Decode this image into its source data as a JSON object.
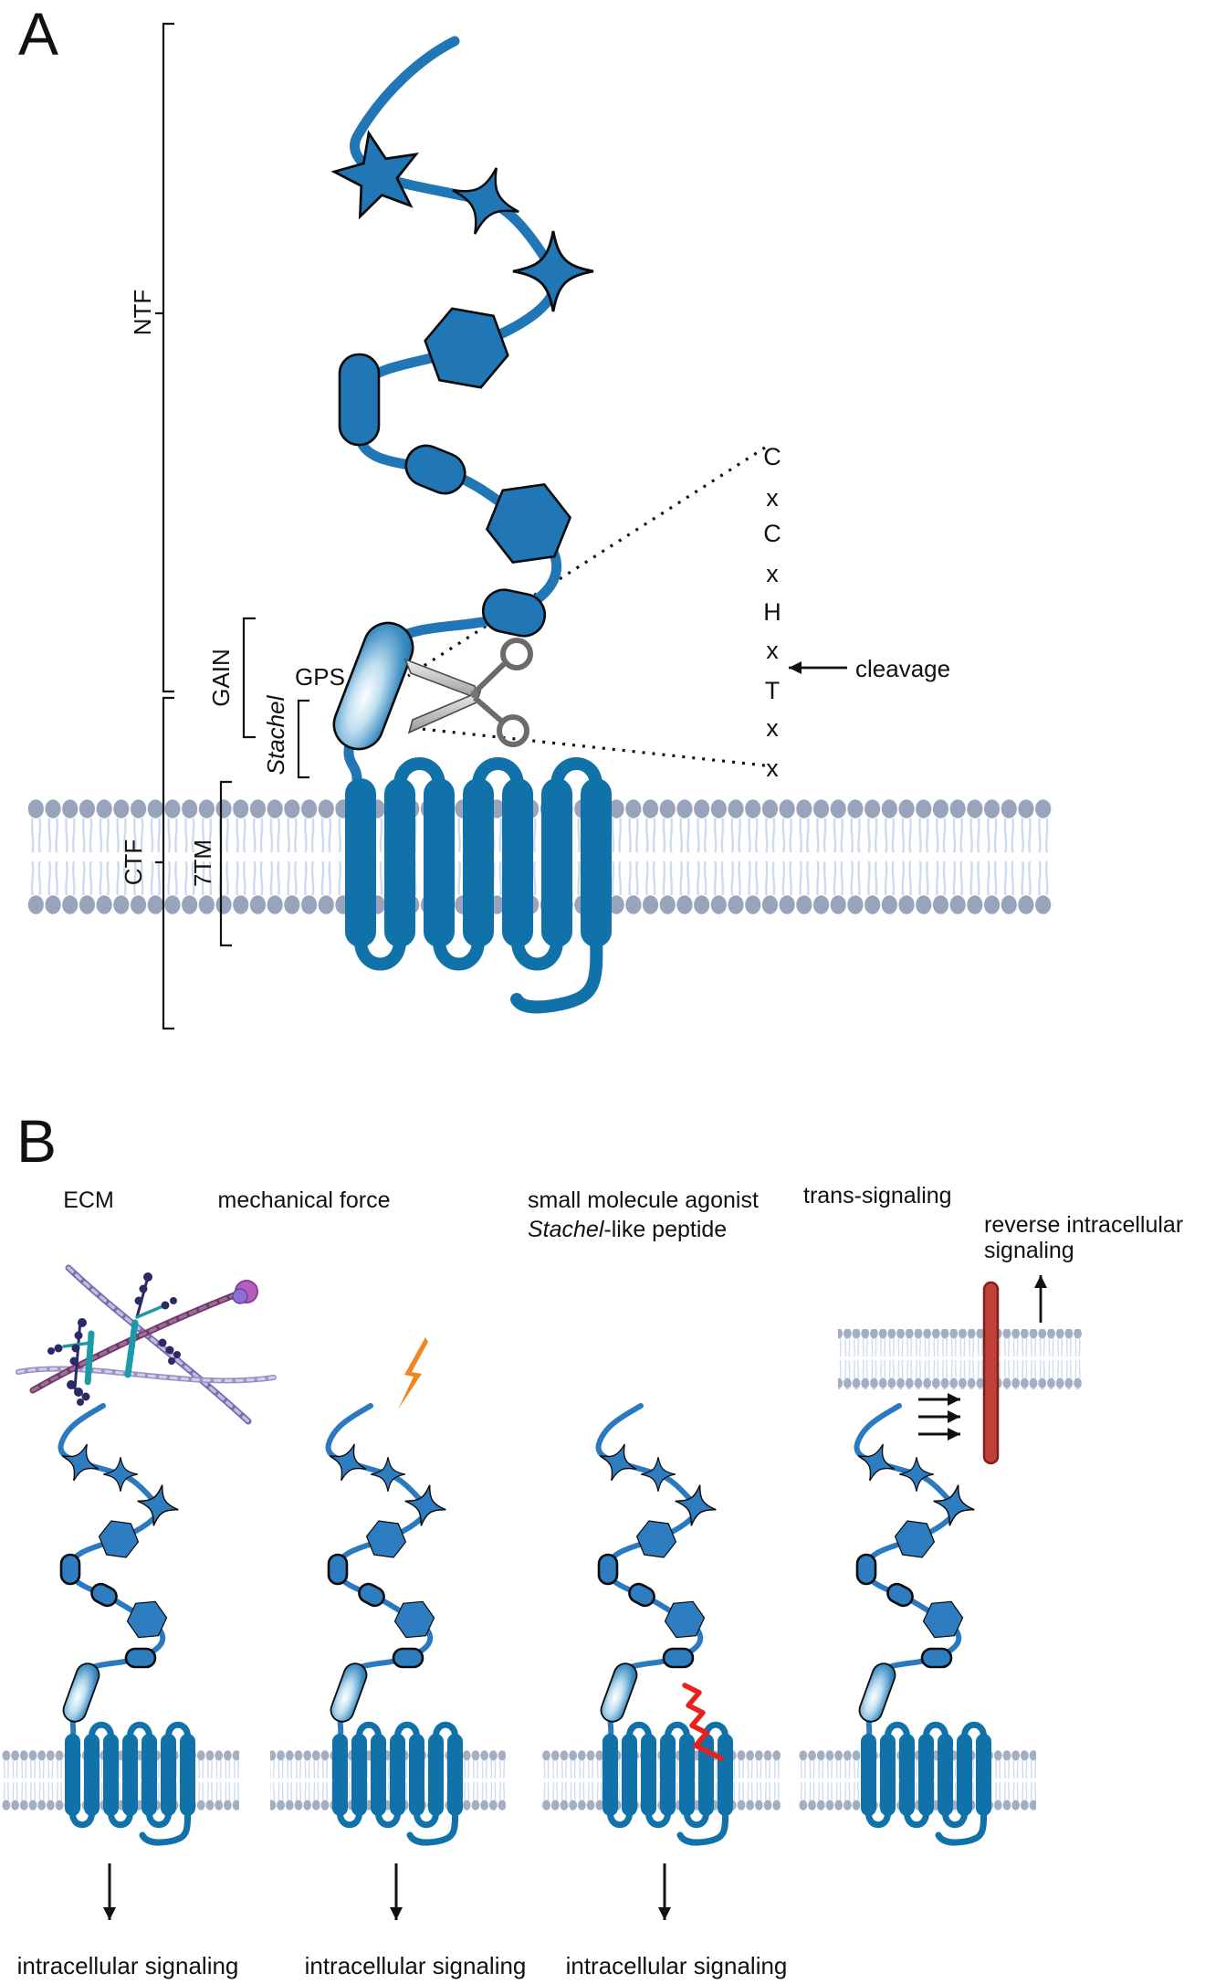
{
  "panel_a": {
    "label": "A",
    "ntf_label": "NTF",
    "ctf_label": "CTF",
    "gain_label": "GAIN",
    "stachel_label": "Stachel",
    "gps_label": "GPS",
    "tm7_label": "7TM",
    "cleavage_label": "cleavage",
    "consensus_sequence": [
      "C",
      "x",
      "C",
      "x",
      "H",
      "x",
      "T",
      "x",
      "x"
    ]
  },
  "panel_b": {
    "label": "B",
    "columns": [
      {
        "title": "ECM",
        "bottom_label": "intracellular signaling",
        "icon": "ecm-fibers-icon"
      },
      {
        "title": "mechanical force",
        "bottom_label": "intracellular signaling",
        "icon": "lightning-icon"
      },
      {
        "title_line1": "small molecule agonist",
        "title_line2_italic": "Stachel",
        "title_line2_rest": "-like peptide",
        "bottom_label": "intracellular signaling",
        "icon": "red-squiggle-icon"
      },
      {
        "title": "trans-signaling",
        "note_line1": "reverse intracellular",
        "note_line2": "signaling",
        "icon": "signal-rod-icon"
      }
    ]
  },
  "colors": {
    "receptor_blue": "#2176b5",
    "tm_blue": "#1172aa",
    "membrane_head_gray": "#97a4bb",
    "membrane_tail_blue": "#ccd9ee",
    "lightning_orange": "#ee8722",
    "squiggle_red": "#e8211d",
    "rod_red": "#c0403a",
    "scissors_gray": "#9a9a9a"
  }
}
